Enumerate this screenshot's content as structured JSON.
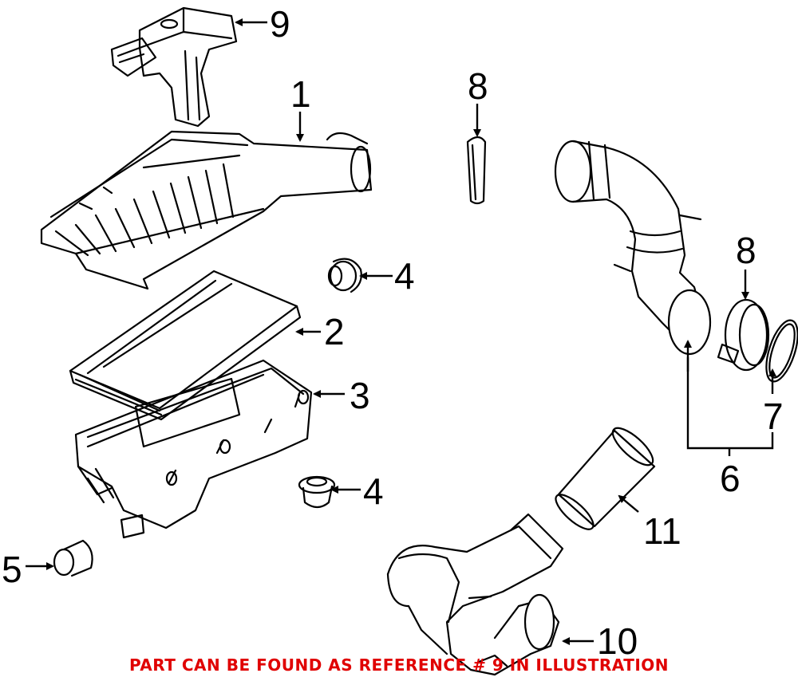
{
  "callouts": {
    "c1": "1",
    "c2": "2",
    "c3": "3",
    "c4a": "4",
    "c4b": "4",
    "c5": "5",
    "c6": "6",
    "c7": "7",
    "c8a": "8",
    "c8b": "8",
    "c9": "9",
    "c10": "10",
    "c11": "11"
  },
  "note": "PART CAN BE FOUND AS REFERENCE # 9 IN ILLUSTRATION",
  "colors": {
    "note": "#e00000",
    "line": "#000000",
    "background": "#ffffff"
  }
}
